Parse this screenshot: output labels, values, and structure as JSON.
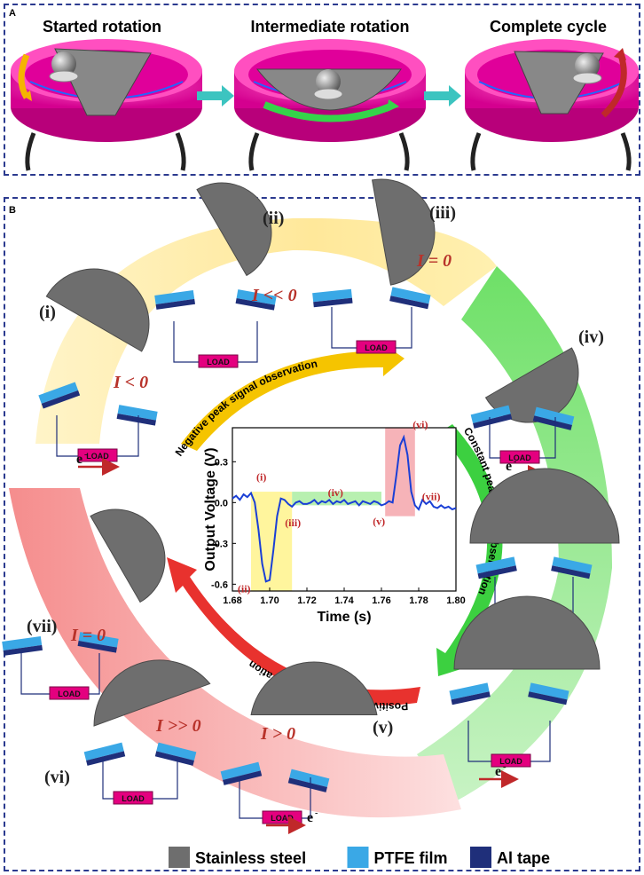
{
  "panelA": {
    "letter": "A",
    "stages": [
      {
        "title": "Started rotation"
      },
      {
        "title": "Intermediate rotation"
      },
      {
        "title": "Complete cycle"
      }
    ]
  },
  "panelB": {
    "letter": "B",
    "states": [
      {
        "id": "i",
        "label": "(i)",
        "current": "I < 0"
      },
      {
        "id": "ii",
        "label": "(ii)",
        "current": "I << 0"
      },
      {
        "id": "iii",
        "label": "(iii)",
        "current": "I = 0"
      },
      {
        "id": "iv",
        "label": "(iv)",
        "current": ""
      },
      {
        "id": "v",
        "label": "(v)",
        "current": "I > 0"
      },
      {
        "id": "vi",
        "label": "(vi)",
        "current": "I >> 0"
      },
      {
        "id": "vii",
        "label": "(vii)",
        "current": "I = 0"
      }
    ],
    "load_label": "LOAD",
    "electron": "e",
    "electron_sup": "-",
    "arc_labels": {
      "negative": "Negative peak signal observation",
      "constant": "Constant peak  signal observation",
      "positive": "Positive peak signal observation"
    },
    "colors": {
      "steel": "#6e6e6e",
      "ptfe": "#3aa8e6",
      "al": "#1f2f7a",
      "load": "#e4007f",
      "current_text": "#b8322a",
      "arrow_red": "#c0282a",
      "arc_yellow": "#ffe89a",
      "arc_green": "#7ee07a",
      "arc_red": "#f59a9a"
    }
  },
  "chart_data": {
    "type": "line",
    "xlabel": "Time (s)",
    "ylabel": "Output Voltage (V)",
    "xlim": [
      1.68,
      1.8
    ],
    "ylim": [
      -0.65,
      0.55
    ],
    "xticks": [
      "1.68",
      "1.70",
      "1.72",
      "1.74",
      "1.76",
      "1.78",
      "1.80"
    ],
    "yticks": [
      "-0.6",
      "-0.3",
      "0.0",
      "0.3"
    ],
    "series": [
      {
        "color": "#1a3fd6",
        "x": [
          1.68,
          1.682,
          1.684,
          1.686,
          1.688,
          1.69,
          1.692,
          1.694,
          1.696,
          1.698,
          1.7,
          1.702,
          1.704,
          1.706,
          1.708,
          1.71,
          1.712,
          1.714,
          1.716,
          1.718,
          1.72,
          1.722,
          1.724,
          1.726,
          1.728,
          1.73,
          1.732,
          1.734,
          1.736,
          1.738,
          1.74,
          1.742,
          1.744,
          1.746,
          1.748,
          1.75,
          1.752,
          1.754,
          1.756,
          1.758,
          1.76,
          1.762,
          1.764,
          1.766,
          1.768,
          1.77,
          1.772,
          1.774,
          1.776,
          1.778,
          1.78,
          1.782,
          1.784,
          1.786,
          1.788,
          1.79,
          1.792,
          1.794,
          1.796,
          1.798,
          1.8
        ],
        "y": [
          0.03,
          0.05,
          0.02,
          0.06,
          0.04,
          0.07,
          0.0,
          -0.2,
          -0.45,
          -0.58,
          -0.57,
          -0.35,
          -0.1,
          0.03,
          0.02,
          -0.01,
          -0.03,
          0.0,
          0.01,
          -0.01,
          -0.01,
          0.0,
          0.02,
          -0.01,
          0.01,
          0.0,
          0.02,
          -0.01,
          0.01,
          0.0,
          0.02,
          -0.01,
          0.0,
          0.01,
          -0.02,
          0.01,
          0.0,
          -0.01,
          0.01,
          0.0,
          -0.02,
          -0.01,
          0.01,
          0.0,
          0.2,
          0.42,
          0.48,
          0.35,
          0.08,
          -0.02,
          -0.05,
          0.02,
          -0.01,
          0.01,
          -0.03,
          -0.04,
          -0.02,
          -0.04,
          -0.03,
          -0.05,
          -0.04
        ]
      }
    ],
    "regions": [
      {
        "x0": 1.69,
        "x1": 1.712,
        "color": "#fff59d"
      },
      {
        "x0": 1.712,
        "x1": 1.76,
        "color": "#b8f0b0"
      },
      {
        "x0": 1.762,
        "x1": 1.778,
        "color": "#f6b3b8"
      }
    ],
    "annotations": [
      {
        "label": "(i)",
        "x": 1.69,
        "y": 0.07
      },
      {
        "label": "(ii)",
        "x": 1.699,
        "y": -0.58
      },
      {
        "label": "(iii)",
        "x": 1.712,
        "y": -0.03
      },
      {
        "label": "(iv)",
        "x": 1.736,
        "y": 0.01
      },
      {
        "label": "(v)",
        "x": 1.762,
        "y": -0.02
      },
      {
        "label": "(vi)",
        "x": 1.772,
        "y": 0.48
      },
      {
        "label": "(vii)",
        "x": 1.778,
        "y": -0.02
      }
    ]
  },
  "legend": [
    {
      "label": "Stainless steel",
      "color": "#6e6e6e"
    },
    {
      "label": "PTFE film",
      "color": "#3aa8e6"
    },
    {
      "label": "Al tape",
      "color": "#1f2f7a"
    }
  ]
}
